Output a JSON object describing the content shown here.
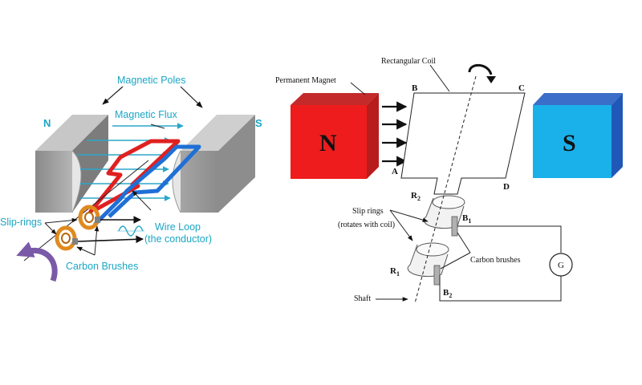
{
  "left_diagram": {
    "pole_north": "N",
    "pole_south": "S",
    "magnetic_poles_label": "Magnetic Poles",
    "magnetic_flux_label": "Magnetic Flux",
    "wire_loop_label_line1": "Wire Loop",
    "wire_loop_label_line2": "(the conductor)",
    "slip_rings_label": "Slip-rings",
    "carbon_brushes_label": "Carbon Brushes",
    "colors": {
      "label": "#1aa6c4",
      "magnet": "#9a9a9a",
      "wire_red": "#e02020",
      "wire_blue": "#1f6fd6",
      "slip_ring": "#e08a1e",
      "rotation_arrow": "#7a5aa8"
    }
  },
  "right_diagram": {
    "magnet_label": "Permanent Magnet",
    "coil_label": "Rectangular Coil",
    "pole_north": "N",
    "pole_south": "S",
    "corner_a": "A",
    "corner_b": "B",
    "corner_c": "C",
    "corner_d": "D",
    "ring_r2": "R",
    "ring_r2_sub": "2",
    "ring_r1": "R",
    "ring_r1_sub": "1",
    "brush_b1": "B",
    "brush_b1_sub": "1",
    "brush_b2": "B",
    "brush_b2_sub": "2",
    "slip_rings_line1": "Slip rings",
    "slip_rings_line2": "(rotates with coil)",
    "carbon_brushes_label": "Carbon brushes",
    "shaft_label": "Shaft",
    "galvanometer_label": "G",
    "colors": {
      "north_magnet": "#ee1c1c",
      "south_magnet": "#1ab0ea"
    }
  }
}
